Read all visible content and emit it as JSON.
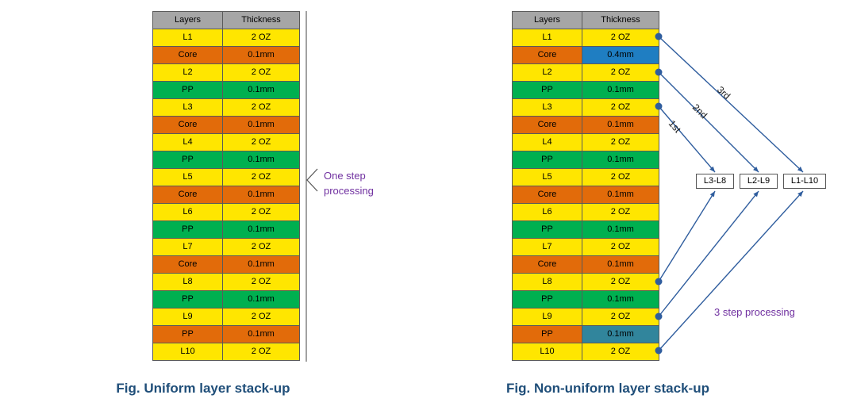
{
  "colors": {
    "yellow": "#FFE600",
    "orange": "#E26B0A",
    "green": "#00B050",
    "blue": "#1F7EC2",
    "teal": "#31859C",
    "header": "#A6A6A6",
    "arrow": "#2F5D9E",
    "purple": "#7030A0",
    "caption": "#1F4E79"
  },
  "left": {
    "caption": "Fig. Uniform layer stack-up",
    "annotation": {
      "line1": "One step",
      "line2": "processing"
    },
    "header": [
      "Layers",
      "Thickness"
    ],
    "rows": [
      {
        "layer": "L1",
        "thickness": "2 OZ",
        "color": "yellow"
      },
      {
        "layer": "Core",
        "thickness": "0.1mm",
        "color": "orange"
      },
      {
        "layer": "L2",
        "thickness": "2 OZ",
        "color": "yellow"
      },
      {
        "layer": "PP",
        "thickness": "0.1mm",
        "color": "green"
      },
      {
        "layer": "L3",
        "thickness": "2 OZ",
        "color": "yellow"
      },
      {
        "layer": "Core",
        "thickness": "0.1mm",
        "color": "orange"
      },
      {
        "layer": "L4",
        "thickness": "2 OZ",
        "color": "yellow"
      },
      {
        "layer": "PP",
        "thickness": "0.1mm",
        "color": "green"
      },
      {
        "layer": "L5",
        "thickness": "2 OZ",
        "color": "yellow"
      },
      {
        "layer": "Core",
        "thickness": "0.1mm",
        "color": "orange"
      },
      {
        "layer": "L6",
        "thickness": "2 OZ",
        "color": "yellow"
      },
      {
        "layer": "PP",
        "thickness": "0.1mm",
        "color": "green"
      },
      {
        "layer": "L7",
        "thickness": "2 OZ",
        "color": "yellow"
      },
      {
        "layer": "Core",
        "thickness": "0.1mm",
        "color": "orange"
      },
      {
        "layer": "L8",
        "thickness": "2 OZ",
        "color": "yellow"
      },
      {
        "layer": "PP",
        "thickness": "0.1mm",
        "color": "green"
      },
      {
        "layer": "L9",
        "thickness": "2 OZ",
        "color": "yellow"
      },
      {
        "layer": "PP",
        "thickness": "0.1mm",
        "color": "orange"
      },
      {
        "layer": "L10",
        "thickness": "2 OZ",
        "color": "yellow"
      }
    ]
  },
  "right": {
    "caption": "Fig. Non-uniform layer stack-up",
    "annotation": "3 step processing",
    "header": [
      "Layers",
      "Thickness"
    ],
    "step_labels": [
      "1st",
      "2nd",
      "3rd"
    ],
    "boxes": [
      "L3-L8",
      "L2-L9",
      "L1-L10"
    ],
    "rows": [
      {
        "layer": "L1",
        "thickness": "2 OZ",
        "color": "yellow"
      },
      {
        "layer": "Core",
        "thickness": "0.4mm",
        "color": "orange",
        "value_color": "blue"
      },
      {
        "layer": "L2",
        "thickness": "2 OZ",
        "color": "yellow"
      },
      {
        "layer": "PP",
        "thickness": "0.1mm",
        "color": "green"
      },
      {
        "layer": "L3",
        "thickness": "2 OZ",
        "color": "yellow"
      },
      {
        "layer": "Core",
        "thickness": "0.1mm",
        "color": "orange"
      },
      {
        "layer": "L4",
        "thickness": "2 OZ",
        "color": "yellow"
      },
      {
        "layer": "PP",
        "thickness": "0.1mm",
        "color": "green"
      },
      {
        "layer": "L5",
        "thickness": "2 OZ",
        "color": "yellow"
      },
      {
        "layer": "Core",
        "thickness": "0.1mm",
        "color": "orange"
      },
      {
        "layer": "L6",
        "thickness": "2 OZ",
        "color": "yellow"
      },
      {
        "layer": "PP",
        "thickness": "0.1mm",
        "color": "green"
      },
      {
        "layer": "L7",
        "thickness": "2 OZ",
        "color": "yellow"
      },
      {
        "layer": "Core",
        "thickness": "0.1mm",
        "color": "orange"
      },
      {
        "layer": "L8",
        "thickness": "2 OZ",
        "color": "yellow"
      },
      {
        "layer": "PP",
        "thickness": "0.1mm",
        "color": "green"
      },
      {
        "layer": "L9",
        "thickness": "2 OZ",
        "color": "yellow"
      },
      {
        "layer": "PP",
        "thickness": "0.1mm",
        "color": "orange",
        "value_color": "teal"
      },
      {
        "layer": "L10",
        "thickness": "2 OZ",
        "color": "yellow"
      }
    ]
  }
}
